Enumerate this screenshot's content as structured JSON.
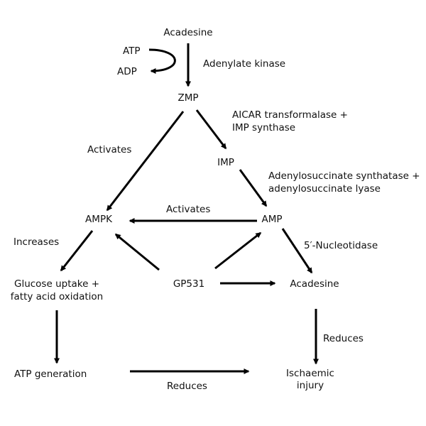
{
  "nodes": {
    "acadesine_top": "Acadesine",
    "atp": "ATP",
    "adp": "ADP",
    "zmp": "ZMP",
    "imp": "IMP",
    "ampk": "AMPK",
    "amp": "AMP",
    "gp531": "GP531",
    "glucose_line1": "Glucose uptake +",
    "glucose_line2": "fatty acid oxidation",
    "acadesine_bottom": "Acadesine",
    "atp_generation": "ATP generation",
    "ischaemic_line1": "Ischaemic",
    "ischaemic_line2": "injury"
  },
  "edge_labels": {
    "adenylate_kinase": "Adenylate kinase",
    "aicar_line1": "AICAR transformalase +",
    "aicar_line2": "IMP synthase",
    "activates_zmp": "Activates",
    "adsl_line1": "Adenylosuccinate synthatase +",
    "adsl_line2": "adenylosuccinate lyase",
    "activates_amp": "Activates",
    "increases": "Increases",
    "nucleotidase": "5′-Nucleotidase",
    "reduces_right": "Reduces",
    "reduces_bottom": "Reduces"
  },
  "colors": {
    "arrow": "#000000",
    "text": "#111111",
    "background": "#ffffff"
  }
}
